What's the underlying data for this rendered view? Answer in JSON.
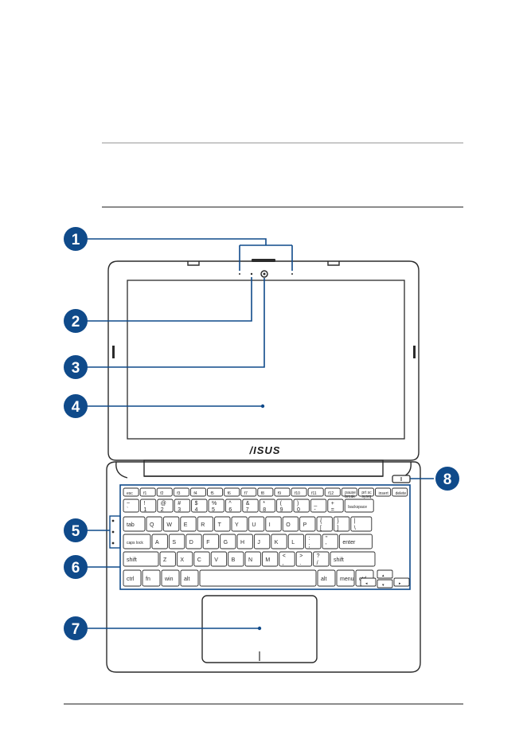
{
  "brand": {
    "logo_text": "/ISUS"
  },
  "callouts": [
    {
      "number": "1",
      "target": "microphones"
    },
    {
      "number": "2",
      "target": "camera-indicator"
    },
    {
      "number": "3",
      "target": "camera"
    },
    {
      "number": "4",
      "target": "display-panel"
    },
    {
      "number": "5",
      "target": "status-indicators"
    },
    {
      "number": "6",
      "target": "keyboard"
    },
    {
      "number": "7",
      "target": "touchpad"
    },
    {
      "number": "8",
      "target": "power-button"
    }
  ],
  "keyboard": {
    "fn_row": [
      "esc",
      "f1",
      "f2",
      "f3",
      "f4",
      "f5",
      "f6",
      "f7",
      "f8",
      "f9",
      "f10",
      "f11",
      "f12",
      "pause\nbreak",
      "prt sc\nsysrq",
      "insert",
      "delete"
    ],
    "num_row": [
      "~\n`",
      "!\n1",
      "@\n2",
      "#\n3",
      "$\n4",
      "%\n5",
      "^\n6",
      "&\n7",
      "*\n8",
      "(\n9",
      ")\n0",
      "_\n-",
      "+\n=",
      "backspace"
    ],
    "top_row": [
      "tab",
      "Q",
      "W",
      "E",
      "R",
      "T",
      "Y",
      "U",
      "I",
      "O",
      "P",
      "{\n[",
      "}\n]",
      "|\n\\"
    ],
    "home_row": [
      "caps lock",
      "A",
      "S",
      "D",
      "F",
      "G",
      "H",
      "J",
      "K",
      "L",
      ":\n;",
      "\"\n'",
      "enter"
    ],
    "shift_row": [
      "shift",
      "Z",
      "X",
      "C",
      "V",
      "B",
      "N",
      "M",
      "<\n,",
      ">\n.",
      "?\n/",
      "shift"
    ],
    "bottom_row": [
      "ctrl",
      "fn",
      "win",
      "alt",
      "",
      "alt",
      "menu",
      "ctrl"
    ]
  },
  "colors": {
    "callout": "#0f4a8a",
    "laptop_outline": "#2b2b2b",
    "screen_fill": "#ffffff"
  }
}
